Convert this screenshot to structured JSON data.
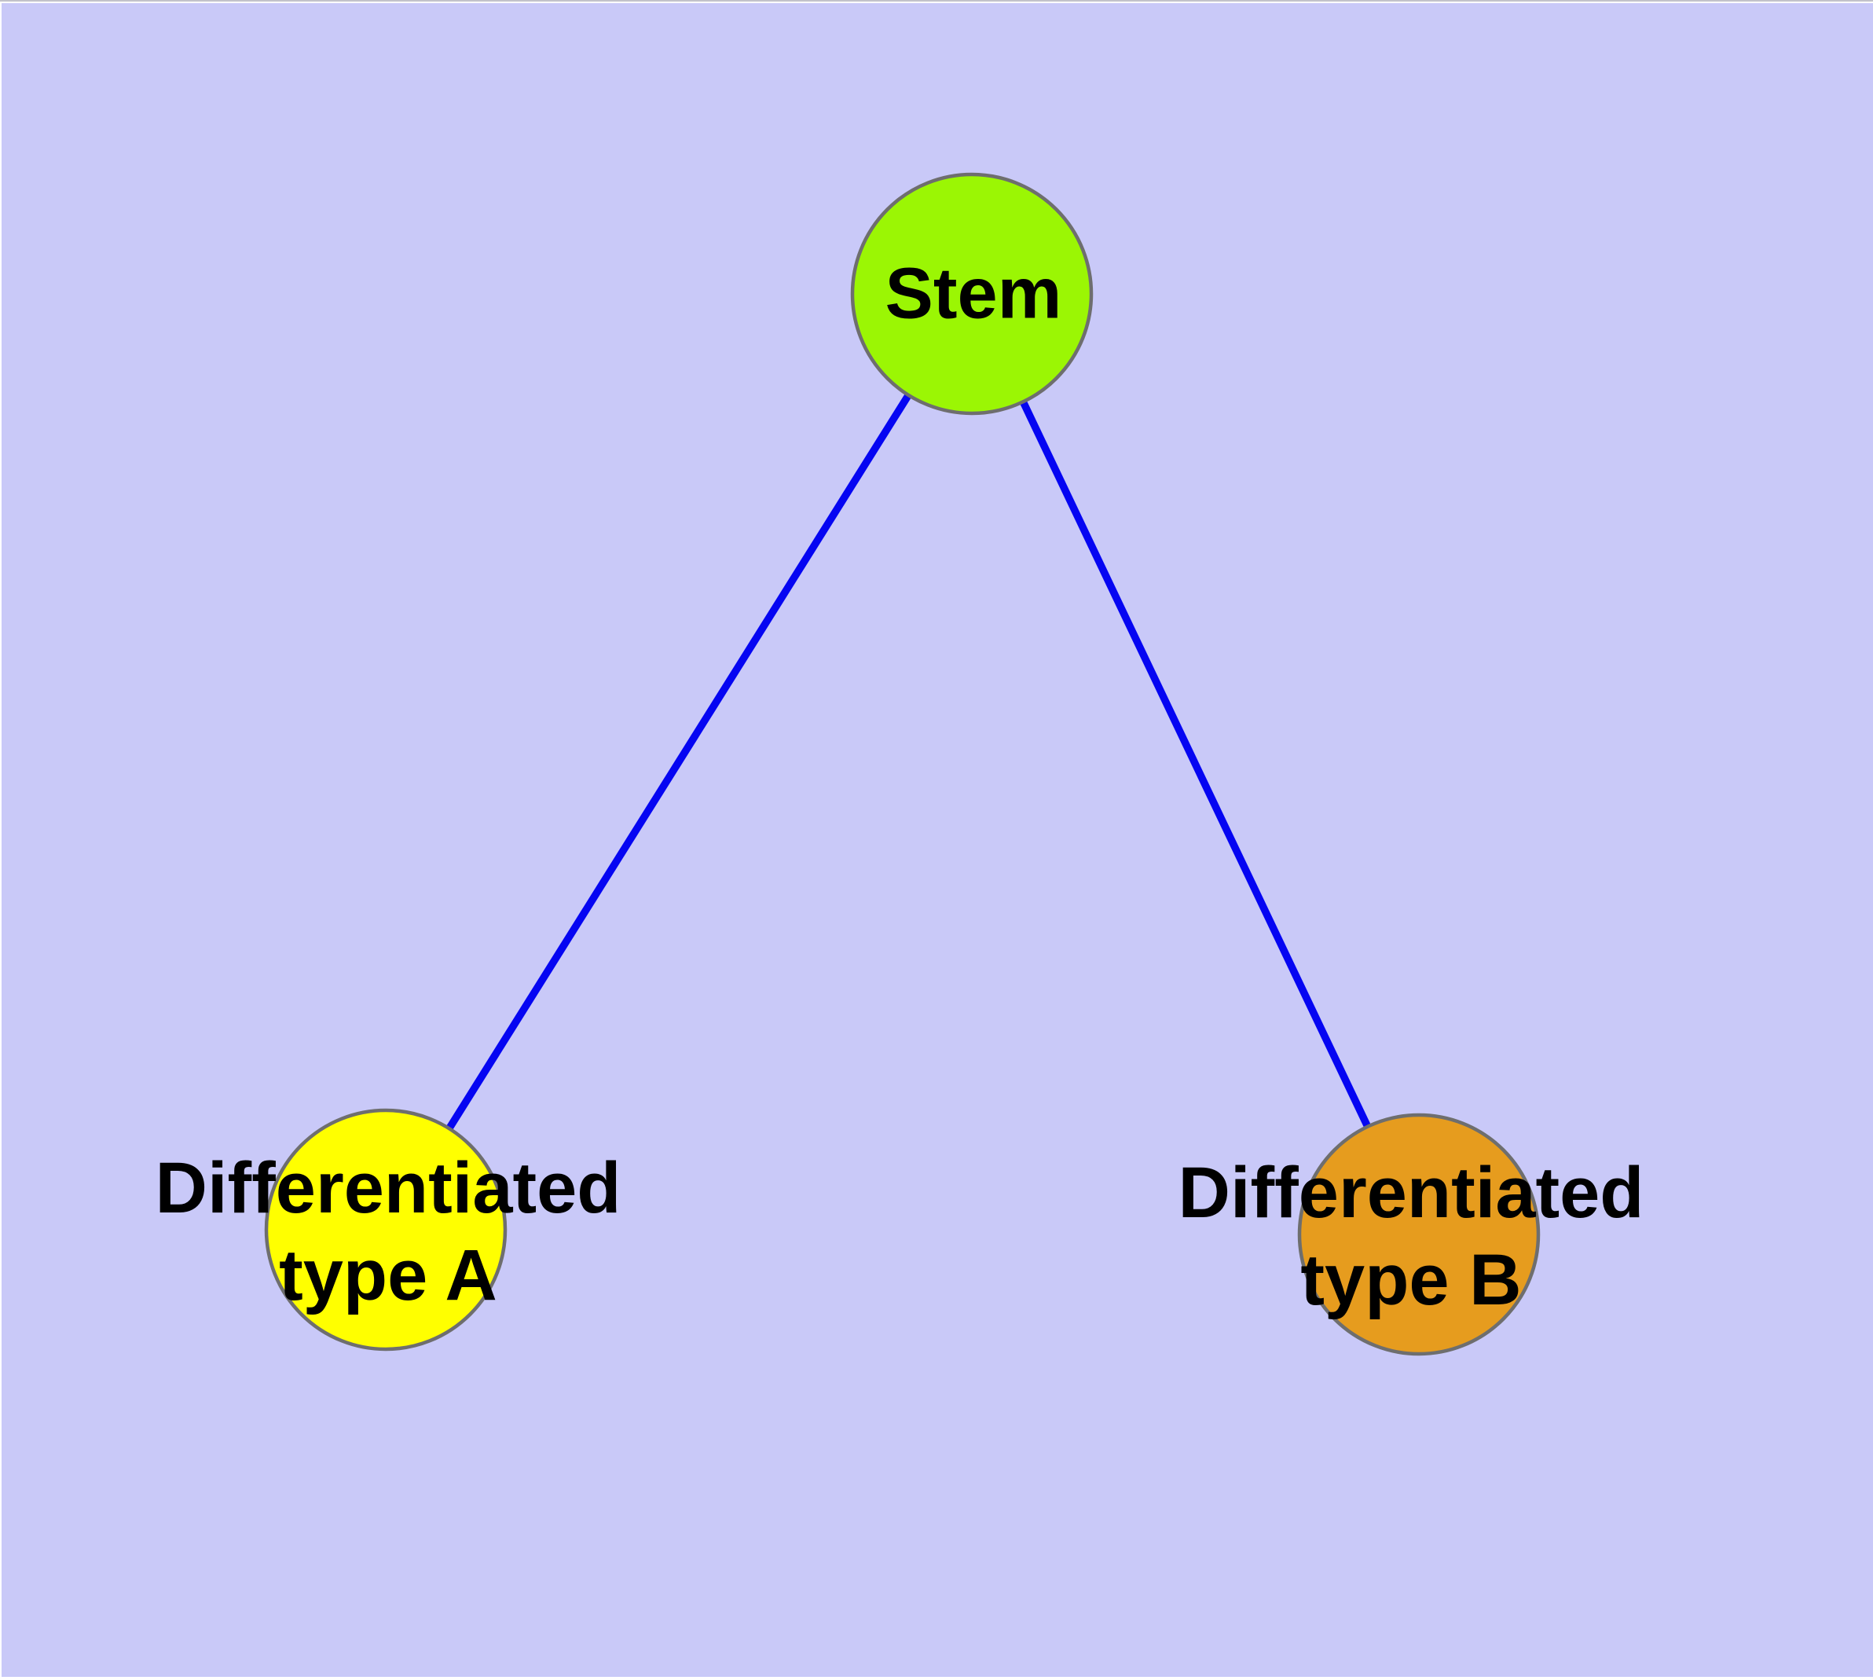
{
  "diagram": {
    "type": "node-link-graph",
    "background_color": "#C9C9F8",
    "margin_color": "#FFFFFF",
    "top_hairline_color": "#C2C2CA",
    "edge_color": "#0505F2",
    "node_border_color": "#6E6E6E",
    "label_color": "#000000",
    "nodes": [
      {
        "id": "stem",
        "label": "Stem",
        "fill": "#9BF604"
      },
      {
        "id": "differentiated-type-a",
        "label": "Differentiated\ntype A",
        "fill": "#FFFF00"
      },
      {
        "id": "differentiated-type-b",
        "label": "Differentiated\ntype B",
        "fill": "#E69C1E"
      }
    ],
    "edges": [
      {
        "from": "Stem",
        "to": "Differentiated type A"
      },
      {
        "from": "Stem",
        "to": "Differentiated type B"
      }
    ]
  }
}
